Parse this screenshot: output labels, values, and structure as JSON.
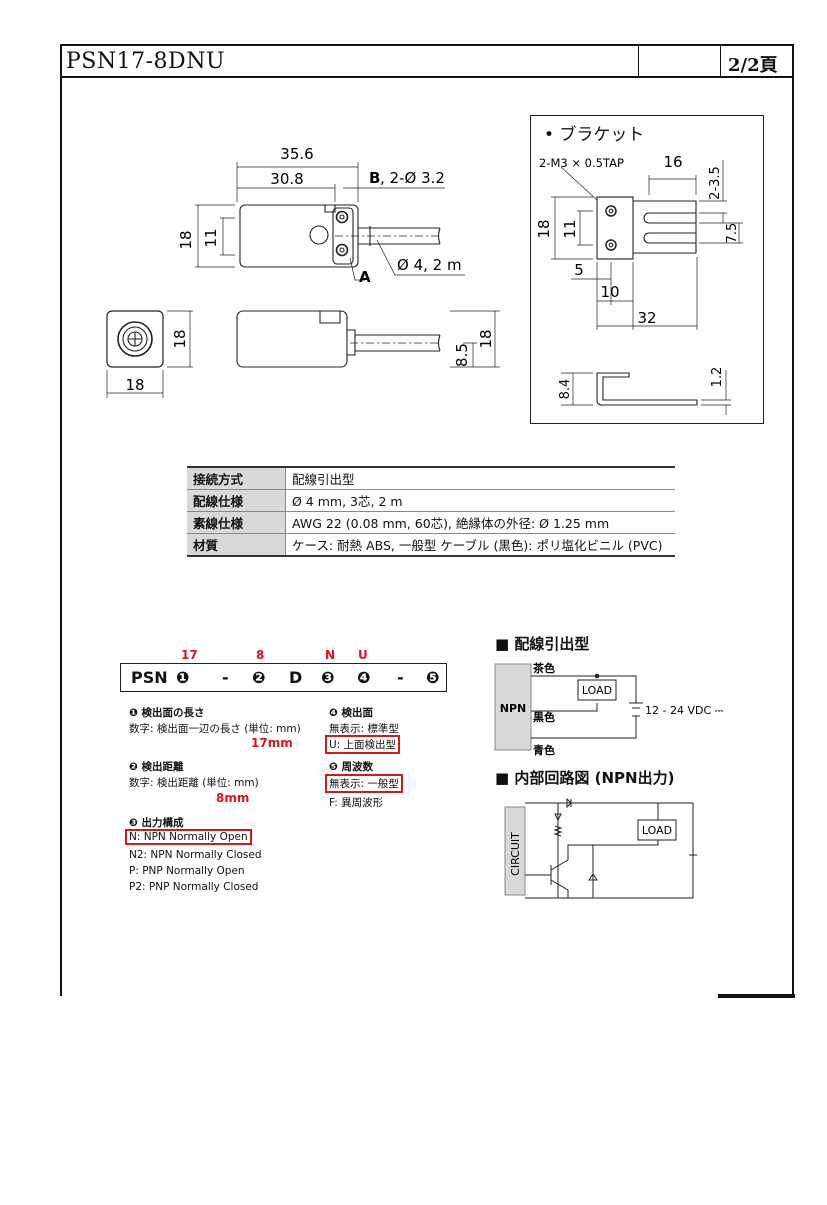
{
  "header": {
    "title": "PSN17-8DNU",
    "page": "2/2頁"
  },
  "drawing": {
    "dim_35_6": "35.6",
    "dim_30_8": "30.8",
    "dim_b": "B",
    "dim_b_rest": ", 2-Ø 3.2",
    "dim_18": "18",
    "dim_11": "11",
    "dim_cable": "Ø 4, 2 m",
    "dim_a": "A",
    "dim_18b": "18",
    "dim_18c": "18",
    "dim_18d": "18",
    "dim_8_5": "8.5"
  },
  "bracket": {
    "title": "• ブラケット",
    "tap": "2-M3 × 0.5TAP",
    "d16": "16",
    "d2_3_5": "2-3.5",
    "d18": "18",
    "d11": "11",
    "d7_5": "7.5",
    "d5": "5",
    "d10": "10",
    "d32": "32",
    "d8_4": "8.4",
    "d1_2": "1.2"
  },
  "specs": [
    {
      "key": "接続方式",
      "value": "配線引出型"
    },
    {
      "key": "配線仕様",
      "value": "Ø 4 mm, 3芯, 2 m"
    },
    {
      "key": "素線仕様",
      "value": "AWG 22 (0.08 mm, 60芯), 絶縁体の外径: Ø 1.25 mm"
    },
    {
      "key": "材質",
      "value": "ケース: 耐熱 ABS, 一般型 ケーブル (黒色): ポリ塩化ビニル (PVC)"
    }
  ],
  "code": {
    "top17": "17",
    "top8": "8",
    "topN": "N",
    "topU": "U",
    "psn": "PSN",
    "n1": "❶",
    "dash1": "-",
    "n2": "❷",
    "d": "D",
    "n3": "❸",
    "n4": "❹",
    "dash2": "-",
    "n5": "❺"
  },
  "legend": {
    "s1_h": "❶ 検出面の長さ",
    "s1_t": "数字: 検出面一辺の長さ (単位: mm)",
    "s1_v": "17mm",
    "s2_h": "❷ 検出距離",
    "s2_t": "数字: 検出距離 (単位: mm)",
    "s2_v": "8mm",
    "s3_h": "❸ 出力構成",
    "s3_a": "N: NPN Normally Open",
    "s3_b": "N2: NPN Normally Closed",
    "s3_c": "P: PNP Normally Open",
    "s3_d": "P2: PNP Normally Closed",
    "s4_h": "❹ 検出面",
    "s4_a": "無表示: 標準型",
    "s4_b": "U: 上面検出型",
    "s5_h": "❺ 周波数",
    "s5_a": "無表示: 一般型",
    "s5_b": "F: 異周波形"
  },
  "wiring": {
    "title": "■ 配線引出型",
    "brown": "茶色",
    "black": "黒色",
    "blue": "青色",
    "npn": "NPN",
    "load": "LOAD",
    "voltage": "12 - 24 VDC ⎓"
  },
  "circuit": {
    "title": "■ 内部回路図 (NPN出力)",
    "circuit": "CIRCUIT",
    "load": "LOAD"
  }
}
